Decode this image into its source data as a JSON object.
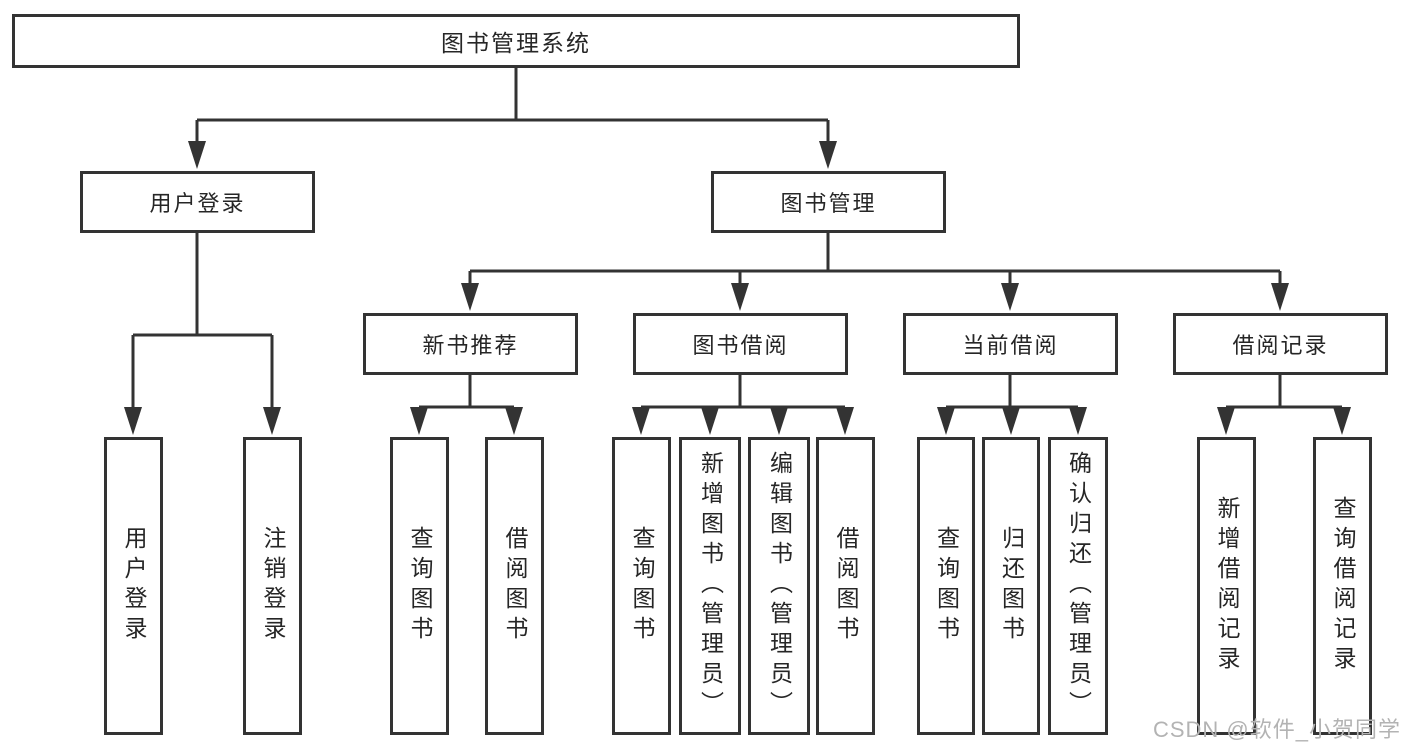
{
  "nodes": {
    "root": "图书管理系统",
    "user_login": "用户登录",
    "book_management": "图书管理",
    "new_book_recommend": "新书推荐",
    "book_borrow": "图书借阅",
    "current_borrow": "当前借阅",
    "borrow_records": "借阅记录"
  },
  "leaves": {
    "user_login": [
      "用户登录",
      "注销登录"
    ],
    "new_book_recommend": [
      "查询图书",
      "借阅图书"
    ],
    "book_borrow": [
      "查询图书",
      "新增图书（管理员）",
      "编辑图书（管理员）",
      "借阅图书"
    ],
    "current_borrow": [
      "查询图书",
      "归还图书",
      "确认归还（管理员）"
    ],
    "borrow_records": [
      "新增借阅记录",
      "查询借阅记录"
    ]
  },
  "watermark": "CSDN @软件_小贺同学",
  "colors": {
    "line": "#333333",
    "box_border": "#333333",
    "text": "#262626",
    "watermark": "#b3b3b3",
    "background": "#ffffff"
  }
}
